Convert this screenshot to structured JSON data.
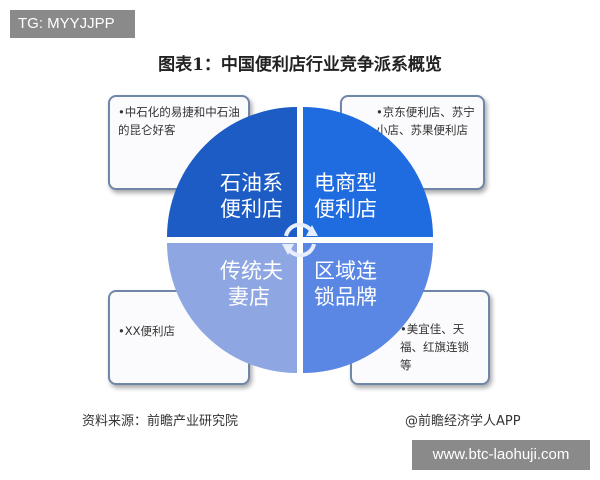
{
  "watermark_top": "TG: MYYJJPP",
  "watermark_bottom": "www.btc-laohuji.com",
  "title": "图表1：中国便利店行业竞争派系概览",
  "quadrants": [
    {
      "line1": "石油系",
      "line2": "便利店",
      "color": "#1c5cc4",
      "desc": "•中石化的易捷和中石油的昆仑好客"
    },
    {
      "line1": "电商型",
      "line2": "便利店",
      "color": "#1f6be0",
      "desc": "•京东便利店、苏宁小店、苏果便利店"
    },
    {
      "line1": "传统夫",
      "line2": "妻店",
      "color": "#8ea6e2",
      "desc": "•XX便利店"
    },
    {
      "line1": "区域连",
      "line2": "锁品牌",
      "color": "#5a86e4",
      "desc": "•美宜佳、天福、红旗连锁等"
    }
  ],
  "center_icon": "cycle-arrows-icon",
  "source": "资料来源：前瞻产业研究院",
  "credit": "@前瞻经济学人APP"
}
